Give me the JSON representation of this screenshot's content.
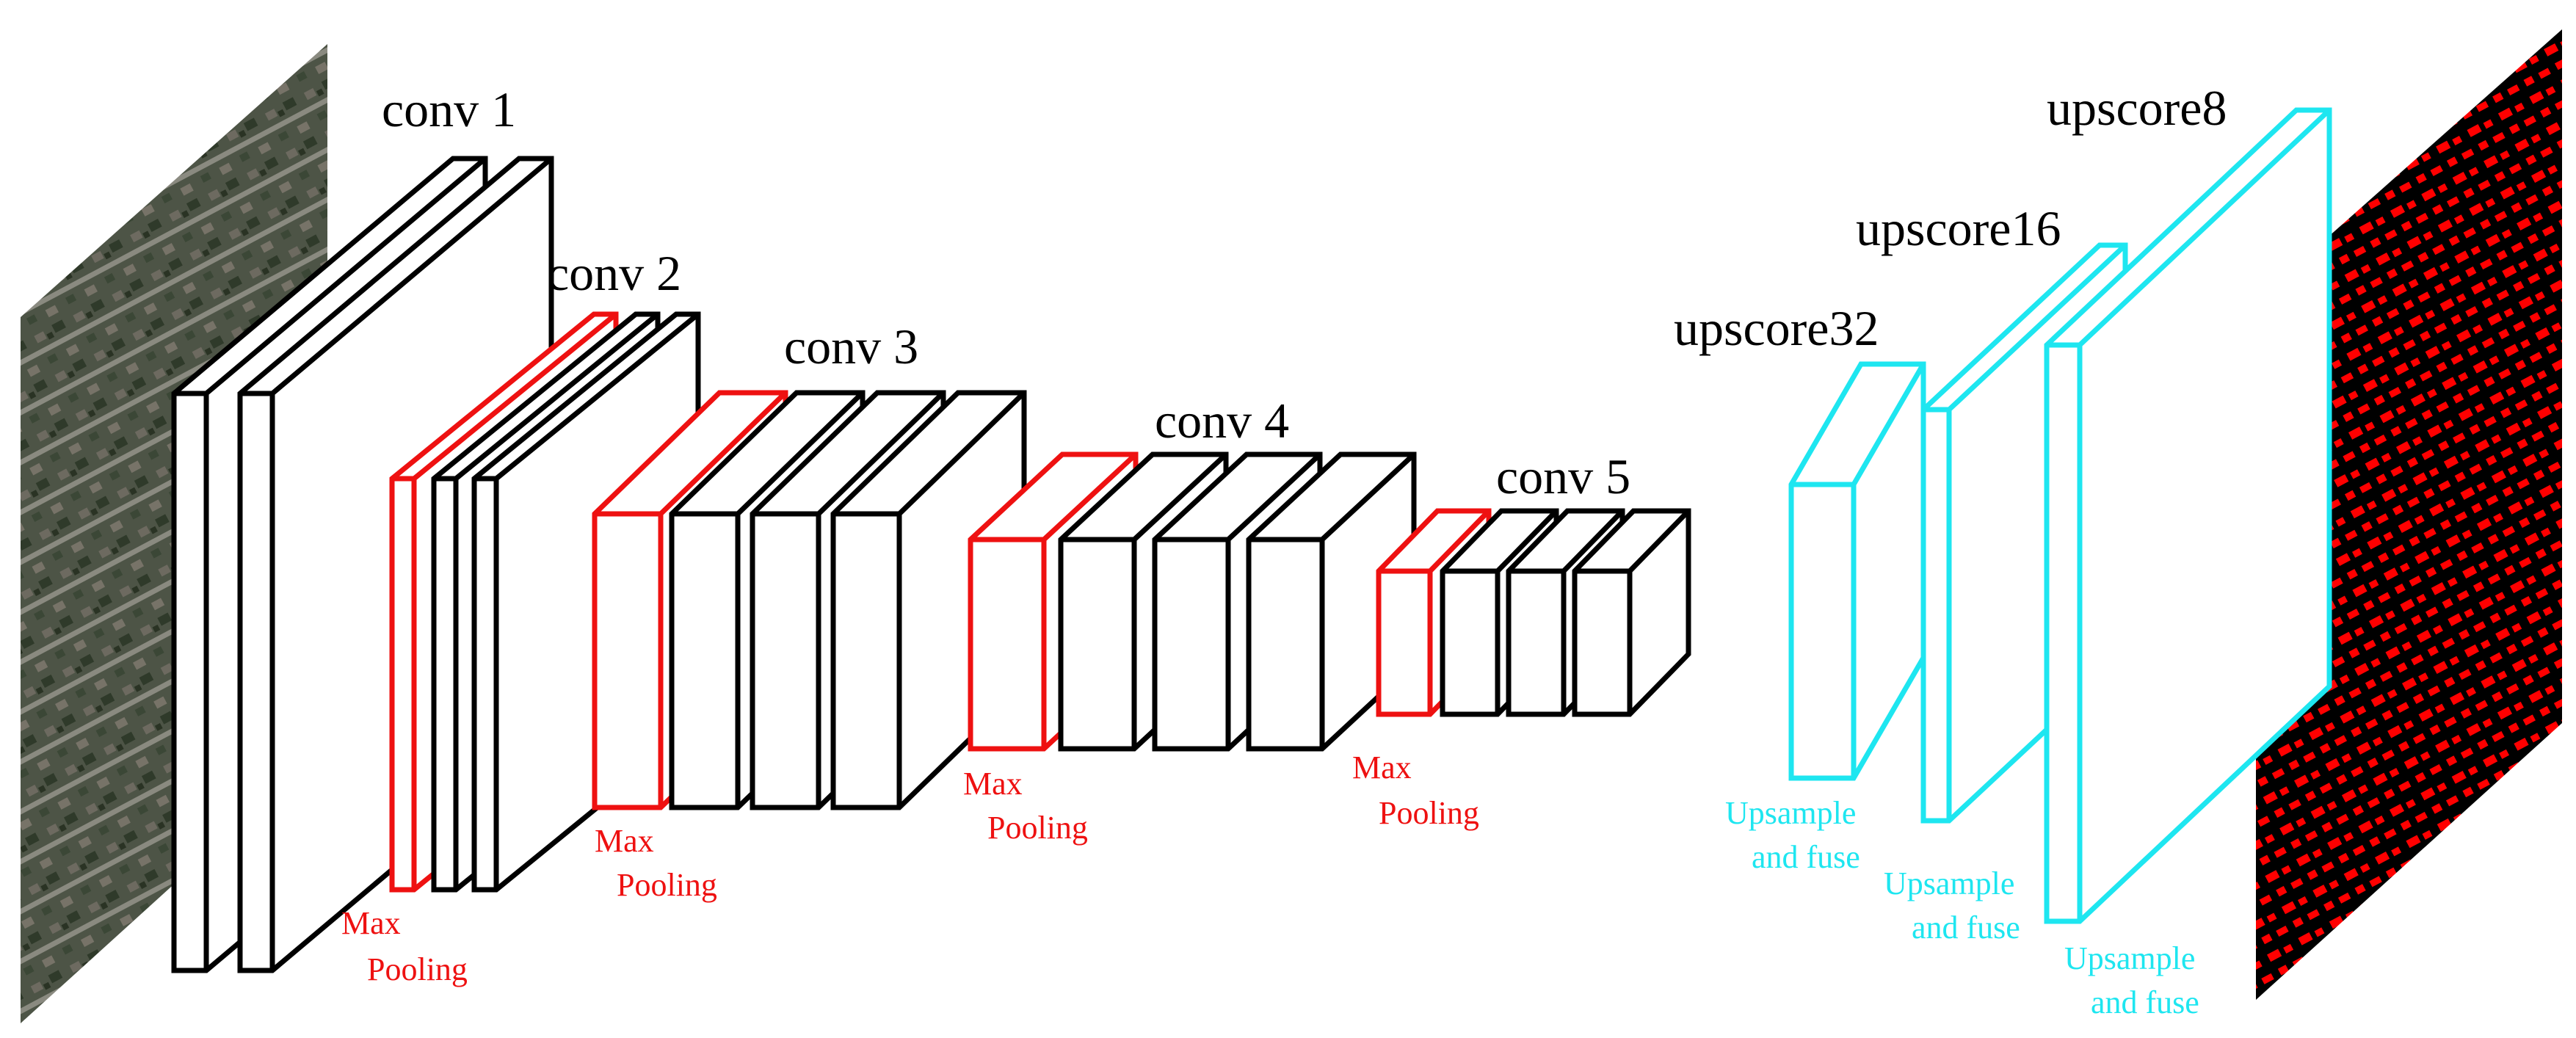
{
  "colors": {
    "conv": "#000000",
    "pool": "#ee1111",
    "upsample": "#1ee6f0",
    "mask_background": "#000000",
    "mask_buildings": "#ff0000"
  },
  "input_image": {
    "icon": "aerial-photo-icon"
  },
  "output_image": {
    "icon": "segmentation-mask-icon"
  },
  "labels": {
    "conv1": "conv 1",
    "conv2": "conv 2",
    "conv3": "conv 3",
    "conv4": "conv 4",
    "conv5": "conv 5",
    "upscore32": "upscore32",
    "upscore16": "upscore16",
    "upscore8": "upscore8",
    "pool1": [
      "Max",
      "Pooling"
    ],
    "pool2": [
      "Max",
      "Pooling"
    ],
    "pool3": [
      "Max",
      "Pooling"
    ],
    "pool4": [
      "Max",
      "Pooling"
    ],
    "fuse1": [
      "Upsample",
      "and fuse"
    ],
    "fuse2": [
      "Upsample",
      "and fuse"
    ],
    "fuse3": [
      "Upsample",
      "and fuse"
    ]
  }
}
